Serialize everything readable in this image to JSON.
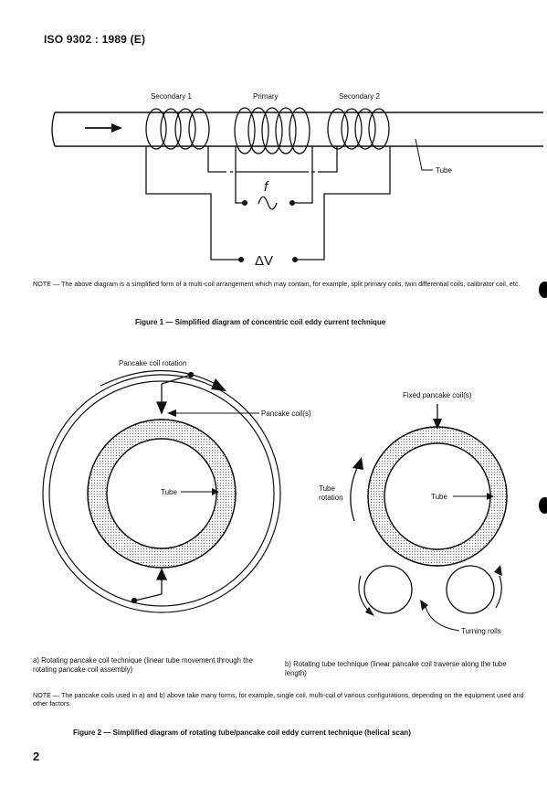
{
  "page": {
    "header": "ISO 9302 : 1989 (E)",
    "page_number": "2"
  },
  "figure1": {
    "labels": {
      "secondary1": "Secondary 1",
      "primary": "Primary",
      "secondary2": "Secondary 2",
      "tube": "Tube",
      "f": "f",
      "delta_v": "ΔV"
    },
    "note": "NOTE — The above diagram is a simplified form of a multi-coil arrangement which may contain, for example, split primary coils, twin differential coils, calibrator coil, etc.",
    "caption": "Figure 1 — Simplified diagram of concentric coil eddy current technique"
  },
  "figure2": {
    "labels": {
      "pancake_coil_rotation": "Pancake coil rotation",
      "pancake_coils": "Pancake coil(s)",
      "tube_a": "Tube",
      "fixed_pancake_coils": "Fixed pancake coil(s)",
      "tube_rotation_line1": "Tube",
      "tube_rotation_line2": "rotation",
      "tube_b": "Tube",
      "turning_rolls": "Turning rolls"
    },
    "subcaption_a": "a)  Rotating pancake coil technique (linear tube movement through the rotating pancake coil assembly)",
    "subcaption_b": "b)  Rotating tube technique (linear pancake coil traverse along the tube length)",
    "note": "NOTE — The pancake coils used in a) and b) above take many forms, for example, single coil, multi-coil of various configurations, depending on the equipment used and other factors.",
    "caption": "Figure 2 — Simplified diagram of rotating tube/pancake coil eddy current technique (helical scan)"
  }
}
